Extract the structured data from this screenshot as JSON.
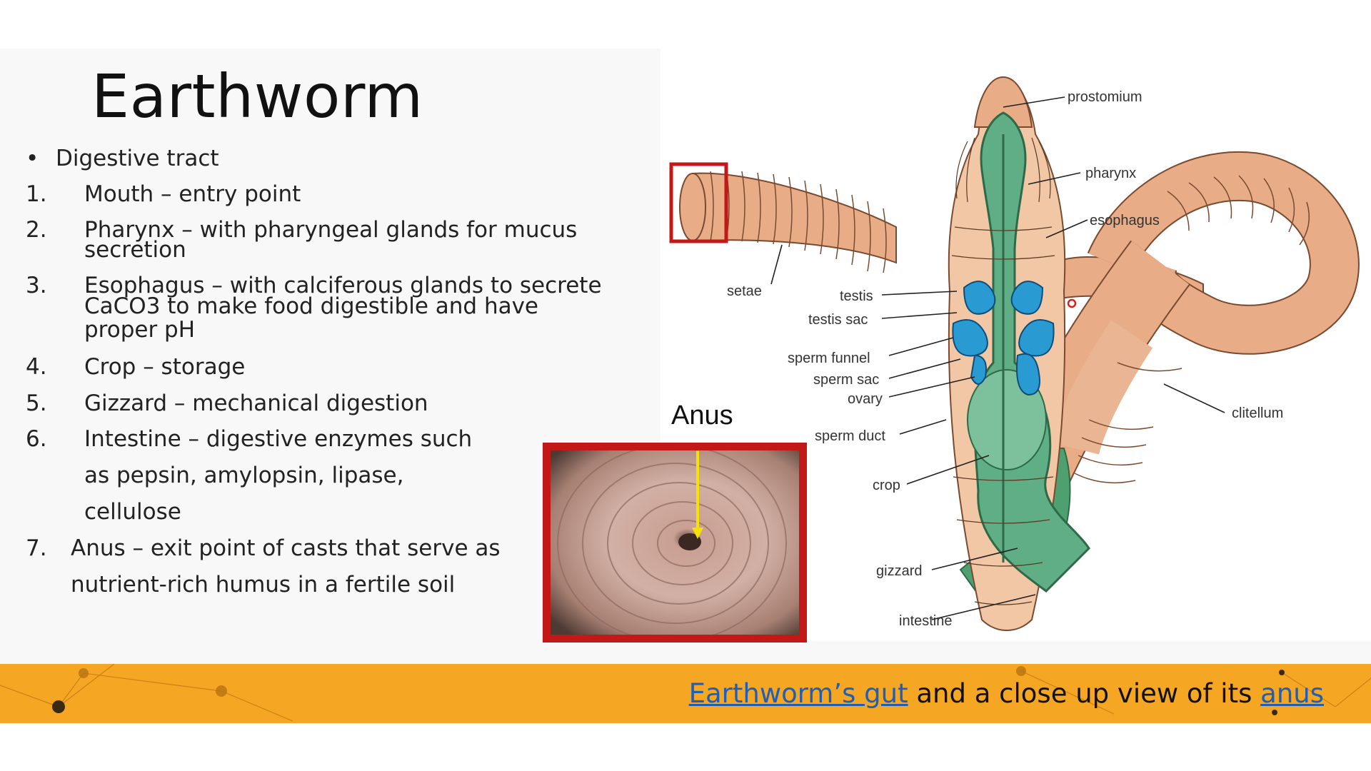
{
  "slide": {
    "title": "Earthworm",
    "bullet": {
      "symbol": "•",
      "text": "Digestive tract"
    },
    "items": [
      {
        "num": "1.",
        "lines": [
          "Mouth – entry point"
        ]
      },
      {
        "num": "2.",
        "lines": [
          "Pharynx – with pharyngeal glands for mucus",
          "secretion"
        ]
      },
      {
        "num": "3.",
        "lines": [
          "Esophagus – with calciferous glands to secrete",
          "CaCO3 to make food digestible and have",
          "proper pH"
        ]
      },
      {
        "num": "4.",
        "lines": [
          "Crop – storage"
        ]
      },
      {
        "num": "5.",
        "lines": [
          "Gizzard – mechanical digestion"
        ]
      },
      {
        "num": "6.",
        "lines": [
          "Intestine – digestive enzymes such",
          "as pepsin, amylopsin, lipase,",
          "cellulose"
        ]
      },
      {
        "num": "7.",
        "lines": [
          "Anus – exit point of casts that serve as",
          "nutrient-rich humus in a fertile soil"
        ]
      }
    ]
  },
  "diagram": {
    "labels": {
      "prostomium": "prostomium",
      "pharynx": "pharynx",
      "esophagus": "esophagus",
      "setae": "setae",
      "testis": "testis",
      "testis_sac": "testis sac",
      "sperm_funnel": "sperm funnel",
      "sperm_sac": "sperm sac",
      "ovary": "ovary",
      "sperm_duct": "sperm duct",
      "crop": "crop",
      "gizzard": "gizzard",
      "intestine": "intestine",
      "clitellum": "clitellum"
    },
    "colors": {
      "body": "#e8ad87",
      "gut": "#5fae86",
      "gut_dark": "#2e8a57",
      "organs": "#2a9ad3",
      "highlight": "#c31818",
      "arrow": "#f4e200"
    }
  },
  "photo": {
    "label": "Anus"
  },
  "footer": {
    "caption_link1": "Earthworm’s gut",
    "caption_mid": " and a close up view of its ",
    "caption_link2": "anus"
  }
}
